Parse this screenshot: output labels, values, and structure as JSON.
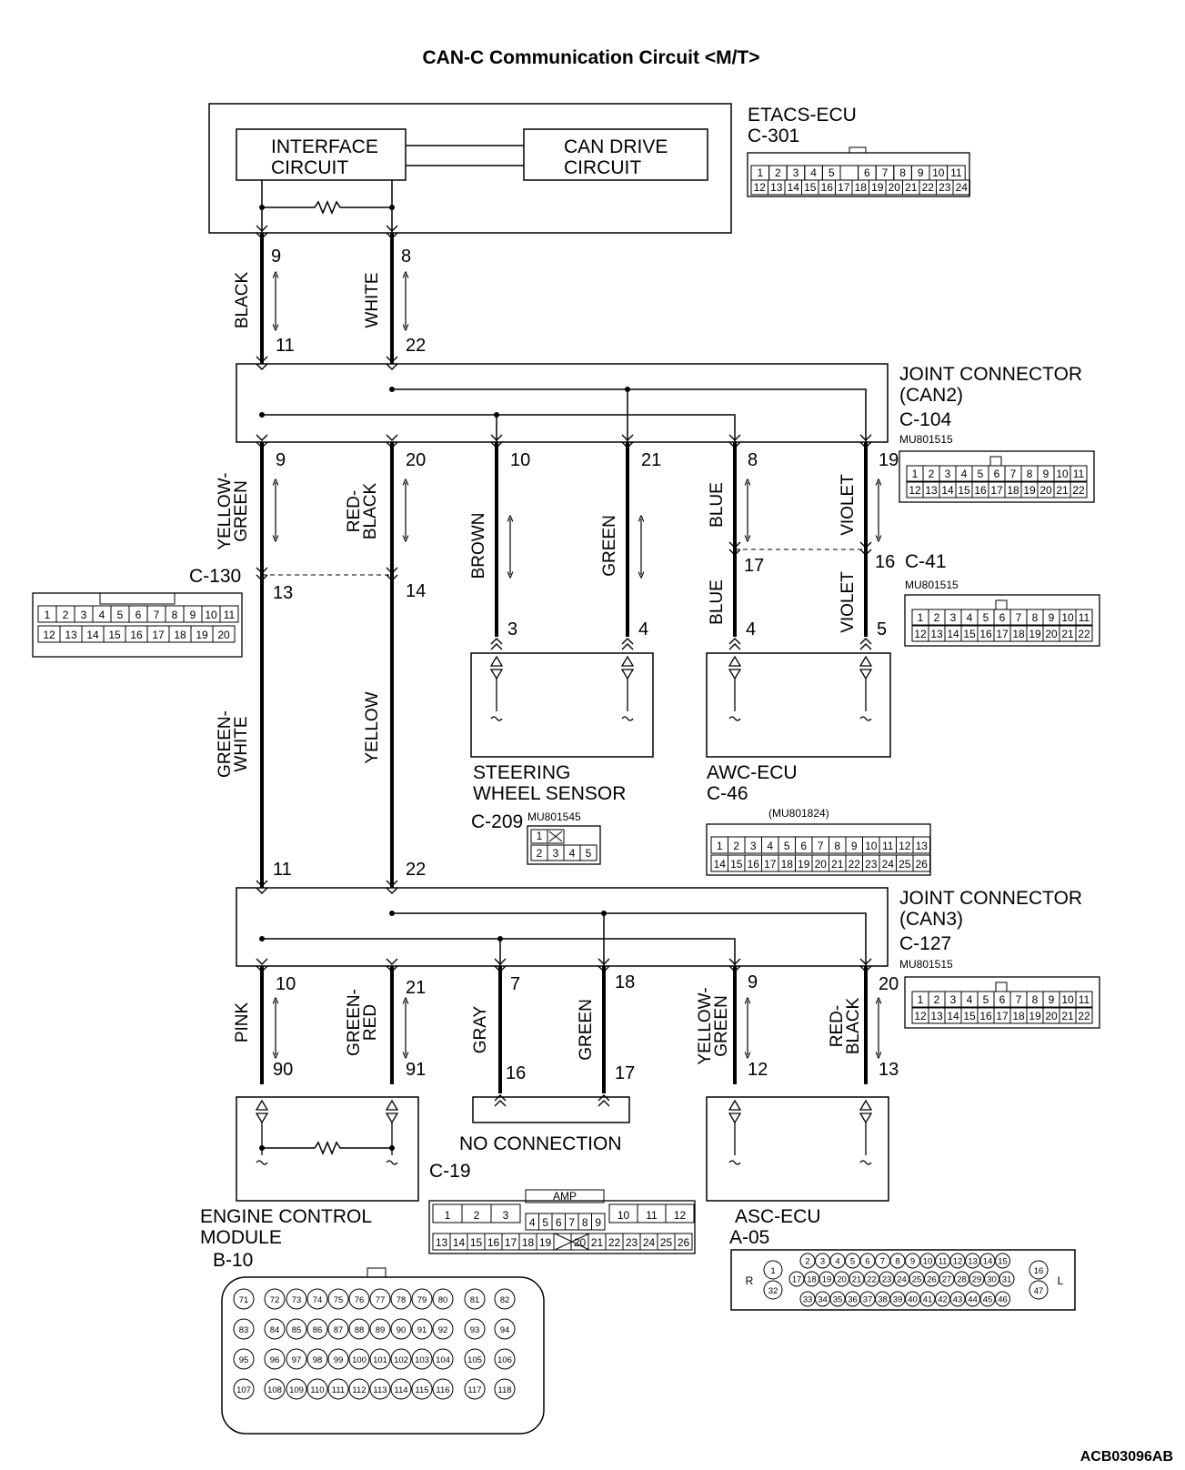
{
  "title": "CAN-C Communication Circuit <M/T>",
  "figure_id": "ACB03096AB",
  "etacs": {
    "name": "ETACS-ECU",
    "connector": "C-301",
    "interface": [
      "INTERFACE",
      "CIRCUIT"
    ],
    "can_drive": [
      "CAN DRIVE",
      "CIRCUIT"
    ],
    "pins_top": [
      "1",
      "2",
      "3",
      "4",
      "5",
      "",
      "6",
      "7",
      "8",
      "9",
      "10",
      "11"
    ],
    "pins_bottom": [
      "12",
      "13",
      "14",
      "15",
      "16",
      "17",
      "18",
      "19",
      "20",
      "21",
      "22",
      "23",
      "24"
    ]
  },
  "jc2": {
    "name1": "JOINT CONNECTOR",
    "name2": "(CAN2)",
    "connector": "C-104",
    "part": "MU801515"
  },
  "jc3": {
    "name1": "JOINT CONNECTOR",
    "name2": "(CAN3)",
    "connector": "C-127",
    "part": "MU801515"
  },
  "c41": {
    "connector": "C-41",
    "part": "MU801515"
  },
  "c130": {
    "connector": "C-130",
    "pins_top": [
      "1",
      "2",
      "3",
      "4",
      "5",
      "6",
      "7",
      "8",
      "9",
      "10",
      "11"
    ],
    "pins_bottom": [
      "12",
      "13",
      "14",
      "15",
      "16",
      "17",
      "18",
      "19",
      "20"
    ]
  },
  "mu_pins_top": [
    "1",
    "2",
    "3",
    "4",
    "5",
    "6",
    "7",
    "8",
    "9",
    "10",
    "11"
  ],
  "mu_pins_bottom": [
    "12",
    "13",
    "14",
    "15",
    "16",
    "17",
    "18",
    "19",
    "20",
    "21",
    "22"
  ],
  "steering": {
    "name1": "STEERING",
    "name2": "WHEEL SENSOR",
    "connector": "C-209",
    "part": "MU801545",
    "pins_top": [
      "1"
    ],
    "pins_bottom": [
      "2",
      "3",
      "4",
      "5"
    ]
  },
  "awc": {
    "name": "AWC-ECU",
    "connector": "C-46",
    "part": "(MU801824)",
    "pins_top": [
      "1",
      "2",
      "3",
      "4",
      "5",
      "6",
      "7",
      "8",
      "9",
      "10",
      "11",
      "12",
      "13"
    ],
    "pins_bottom": [
      "14",
      "15",
      "16",
      "17",
      "18",
      "19",
      "20",
      "21",
      "22",
      "23",
      "24",
      "25",
      "26"
    ]
  },
  "ecm": {
    "name1": "ENGINE CONTROL",
    "name2": "MODULE",
    "connector": "B-10",
    "rows": [
      [
        "71",
        "72",
        "73",
        "74",
        "75",
        "76",
        "77",
        "78",
        "79",
        "80",
        "81",
        "82"
      ],
      [
        "83",
        "84",
        "85",
        "86",
        "87",
        "88",
        "89",
        "90",
        "91",
        "92",
        "93",
        "94"
      ],
      [
        "95",
        "96",
        "97",
        "98",
        "99",
        "100",
        "101",
        "102",
        "103",
        "104",
        "105",
        "106"
      ],
      [
        "107",
        "108",
        "109",
        "110",
        "111",
        "112",
        "113",
        "114",
        "115",
        "116",
        "117",
        "118"
      ]
    ]
  },
  "nc": {
    "label": "NO CONNECTION",
    "connector": "C-19",
    "amp": "AMP",
    "pins_top_left": [
      "1",
      "2",
      "3"
    ],
    "pins_mid": [
      "4",
      "5",
      "6",
      "7",
      "8",
      "9"
    ],
    "pins_top_right": [
      "10",
      "11",
      "12"
    ],
    "pins_bottom": [
      "13",
      "14",
      "15",
      "16",
      "17",
      "18",
      "19",
      "",
      "20",
      "21",
      "22",
      "23",
      "24",
      "25",
      "26"
    ]
  },
  "asc": {
    "name": "ASC-ECU",
    "connector": "A-05",
    "left": "R",
    "right": "L",
    "left_pins": [
      "1",
      "32"
    ],
    "right_pins": [
      "16",
      "47"
    ],
    "row1": [
      "2",
      "3",
      "4",
      "5",
      "6",
      "7",
      "8",
      "9",
      "10",
      "11",
      "12",
      "13",
      "14",
      "15"
    ],
    "row2": [
      "17",
      "18",
      "19",
      "20",
      "21",
      "22",
      "23",
      "24",
      "25",
      "26",
      "27",
      "28",
      "29",
      "30",
      "31"
    ],
    "row3": [
      "33",
      "34",
      "35",
      "36",
      "37",
      "38",
      "39",
      "40",
      "41",
      "42",
      "43",
      "44",
      "45",
      "46"
    ]
  },
  "wires": {
    "w1": [
      "BLACK"
    ],
    "w2": [
      "WHITE"
    ],
    "w3": [
      "YELLOW-",
      "GREEN"
    ],
    "w4": [
      "RED-",
      "BLACK"
    ],
    "w5": [
      "BROWN"
    ],
    "w6": [
      "GREEN"
    ],
    "w7": [
      "BLUE"
    ],
    "w8": [
      "VIOLET"
    ],
    "w9": [
      "BLUE"
    ],
    "w10": [
      "VIOLET"
    ],
    "w11": [
      "GREEN-",
      "WHITE"
    ],
    "w12": [
      "YELLOW"
    ],
    "w13": [
      "PINK"
    ],
    "w14": [
      "GREEN-",
      "RED"
    ],
    "w15": [
      "GRAY"
    ],
    "w16": [
      "GREEN"
    ],
    "w17": [
      "YELLOW-",
      "GREEN"
    ],
    "w18": [
      "RED-",
      "BLACK"
    ]
  },
  "pins": {
    "p9a": "9",
    "p8a": "8",
    "p11a": "11",
    "p22a": "22",
    "p9b": "9",
    "p20b": "20",
    "p10b": "10",
    "p21b": "21",
    "p8b": "8",
    "p19b": "19",
    "p13c": "13",
    "p14c": "14",
    "p17c": "17",
    "p16c": "16",
    "p3s": "3",
    "p4s": "4",
    "p4a": "4",
    "p5a": "5",
    "p11d": "11",
    "p22d": "22",
    "p10e": "10",
    "p21e": "21",
    "p7e": "7",
    "p18e": "18",
    "p9e": "9",
    "p20e": "20",
    "p90": "90",
    "p91": "91",
    "p16f": "16",
    "p17f": "17",
    "p12f": "12",
    "p13f": "13"
  }
}
